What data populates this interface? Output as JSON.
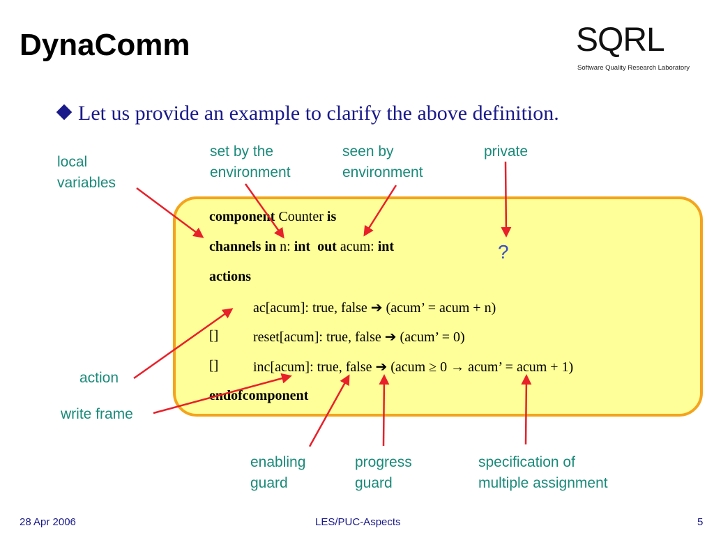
{
  "title": "DynaComm",
  "logo": {
    "text": "SQRL",
    "subtitle": "Software Quality Research Laboratory"
  },
  "bullet": "Let us provide an example to clarify the above definition.",
  "annotations": {
    "local_variables": [
      "local",
      "variables"
    ],
    "set_by_env": [
      "set by the",
      "environment"
    ],
    "seen_by_env": [
      "seen by",
      "environment"
    ],
    "private": "private",
    "question": "?",
    "action": "action",
    "write_frame": "write frame",
    "enabling_guard": [
      "enabling",
      "guard"
    ],
    "progress_guard": [
      "progress",
      "guard"
    ],
    "spec_multiple": [
      "specification of",
      "multiple assignment"
    ]
  },
  "code": {
    "line1": {
      "kw1": "component",
      "name": " Counter ",
      "kw2": "is"
    },
    "line2": {
      "kw1": "channels in",
      "n": " n: ",
      "kw2": "int",
      "kw3": "out",
      "acum": " acum: ",
      "kw4": "int"
    },
    "line3": "actions",
    "line4": "ac[acum]: true, false ➔ (acum’ = acum + n)",
    "line5": {
      "sep": "[]",
      "text": "reset[acum]: true, false ➔ (acum’ = 0)"
    },
    "line6": {
      "sep": "[]",
      "text": "inc[acum]: true, false ➔ (acum ≥ 0 → acum’ = acum + 1)"
    },
    "line7": "endofcomponent"
  },
  "footer": {
    "date": "28 Apr 2006",
    "center": "LES/PUC-Aspects",
    "page": "5"
  },
  "colors": {
    "annotation": "#1a8a7a",
    "arrow": "#e8202a",
    "box_fill": "#ffff99",
    "box_border": "#f4a41c",
    "bullet_text": "#1a1a8a"
  }
}
